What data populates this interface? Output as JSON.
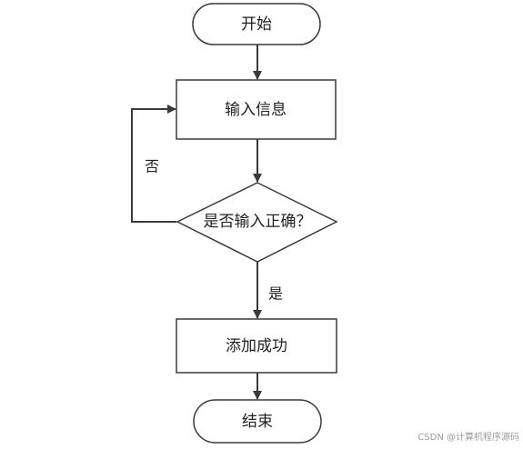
{
  "diagram": {
    "type": "flowchart",
    "nodes": {
      "start": {
        "shape": "terminator",
        "label": "开始"
      },
      "input": {
        "shape": "process",
        "label": "输入信息"
      },
      "decision": {
        "shape": "decision",
        "label": "是否输入正确？"
      },
      "success": {
        "shape": "process",
        "label": "添加成功"
      },
      "end": {
        "shape": "terminator",
        "label": "结束"
      }
    },
    "edges": [
      {
        "from": "start",
        "to": "input",
        "label": ""
      },
      {
        "from": "input",
        "to": "decision",
        "label": ""
      },
      {
        "from": "decision",
        "to": "success",
        "label": "是"
      },
      {
        "from": "decision",
        "to": "input",
        "label": "否"
      },
      {
        "from": "success",
        "to": "end",
        "label": ""
      }
    ],
    "edge_labels": {
      "yes": "是",
      "no": "否"
    }
  },
  "watermark": "CSDN @计算机程序源码",
  "colors": {
    "stroke": "#3a3a3a",
    "fill": "#ffffff",
    "text": "#222222",
    "watermark": "#9a9a9a"
  }
}
